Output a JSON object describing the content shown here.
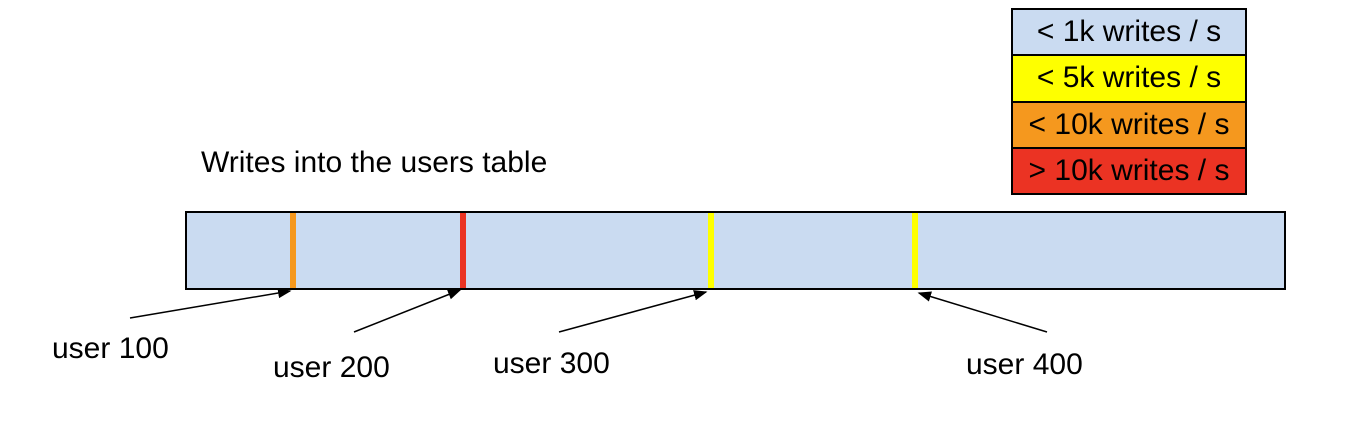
{
  "title": "Writes into the users table",
  "legend": {
    "items": [
      {
        "label": "< 1k writes / s",
        "color": "#cadbf1"
      },
      {
        "label": "< 5k writes / s",
        "color": "#feff00"
      },
      {
        "label": "< 10k writes / s",
        "color": "#f5981e"
      },
      {
        "label": "> 10k writes / s",
        "color": "#eb3323"
      }
    ]
  },
  "bar": {
    "fill": "#cadbf1",
    "border_color": "#000000",
    "stripes": [
      {
        "user": "user 100",
        "rate": "< 10k writes / s",
        "color": "#f5981e"
      },
      {
        "user": "user 200",
        "rate": "> 10k writes / s",
        "color": "#eb3323"
      },
      {
        "user": "user 300",
        "rate": "< 5k writes / s",
        "color": "#feff00"
      },
      {
        "user": "user 400",
        "rate": "< 5k writes / s",
        "color": "#feff00"
      }
    ]
  }
}
